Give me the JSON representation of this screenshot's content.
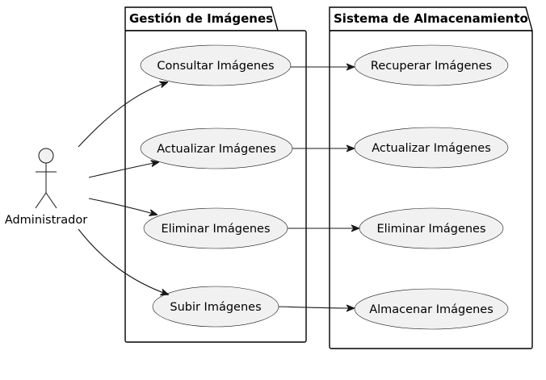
{
  "actor": {
    "label": "Administrador",
    "icon": "stick-figure-actor-icon"
  },
  "packages": [
    {
      "title": "Gestión de Imágenes",
      "use_cases": [
        "Consultar Imágenes",
        "Actualizar Imágenes",
        "Eliminar Imágenes",
        "Subir Imágenes"
      ]
    },
    {
      "title": "Sistema de Almacenamiento",
      "use_cases": [
        "Recuperar Imágenes",
        "Actualizar Imágenes",
        "Eliminar Imágenes",
        "Almacenar Imágenes"
      ]
    }
  ],
  "colors": {
    "use_case_fill": "#f1f1f1",
    "stroke": "#181818",
    "background": "#ffffff"
  }
}
